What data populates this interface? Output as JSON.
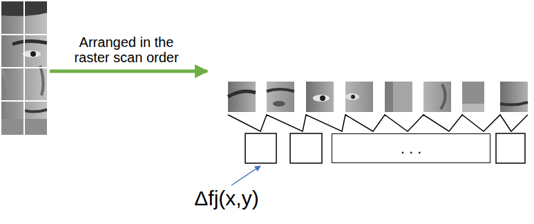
{
  "diagram": {
    "nodes": [
      {
        "text": [
          ". . ."
        ]
      }
    ],
    "labels": [
      "Arranged in the raster scan order",
      "Δfj(x,y)"
    ]
  }
}
